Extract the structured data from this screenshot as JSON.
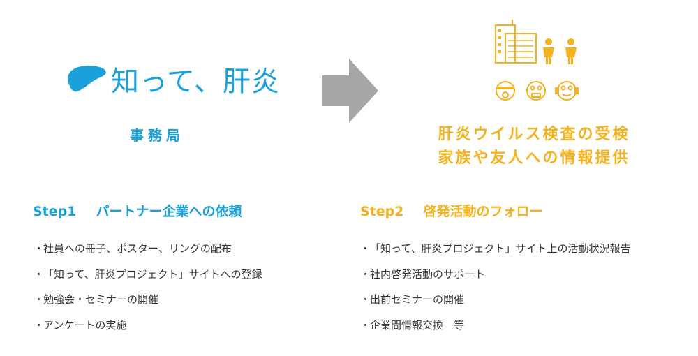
{
  "logo": {
    "text": "知って、肝炎",
    "mark": "liver-icon"
  },
  "left_panel": {
    "org_label": "事務局"
  },
  "right_panel": {
    "target_lines": [
      "肝炎ウイルス検査の受検",
      "家族や友人への情報提供"
    ],
    "icons": [
      "building-icon",
      "people-icon",
      "monkey-icon"
    ]
  },
  "steps": [
    {
      "number": "Step1",
      "title": "パートナー企業への依頼",
      "items": [
        "社員への冊子、ポスター、リングの配布",
        "「知って、肝炎プロジェクト」サイトへの登録",
        "勉強会・セミナーの開催",
        "アンケートの実施"
      ]
    },
    {
      "number": "Step2",
      "title": "啓発活動のフォロー",
      "items": [
        "「知って、肝炎プロジェクト」サイト上の活動状況報告",
        "社内啓発活動のサポート",
        "出前セミナーの開催",
        "企業間情報交換　等"
      ]
    }
  ],
  "bullet": "・",
  "colors": {
    "blue": "#1aa1dc",
    "yellow": "#f5b21e",
    "arrow": "#a6a6a6",
    "text": "#333333"
  }
}
